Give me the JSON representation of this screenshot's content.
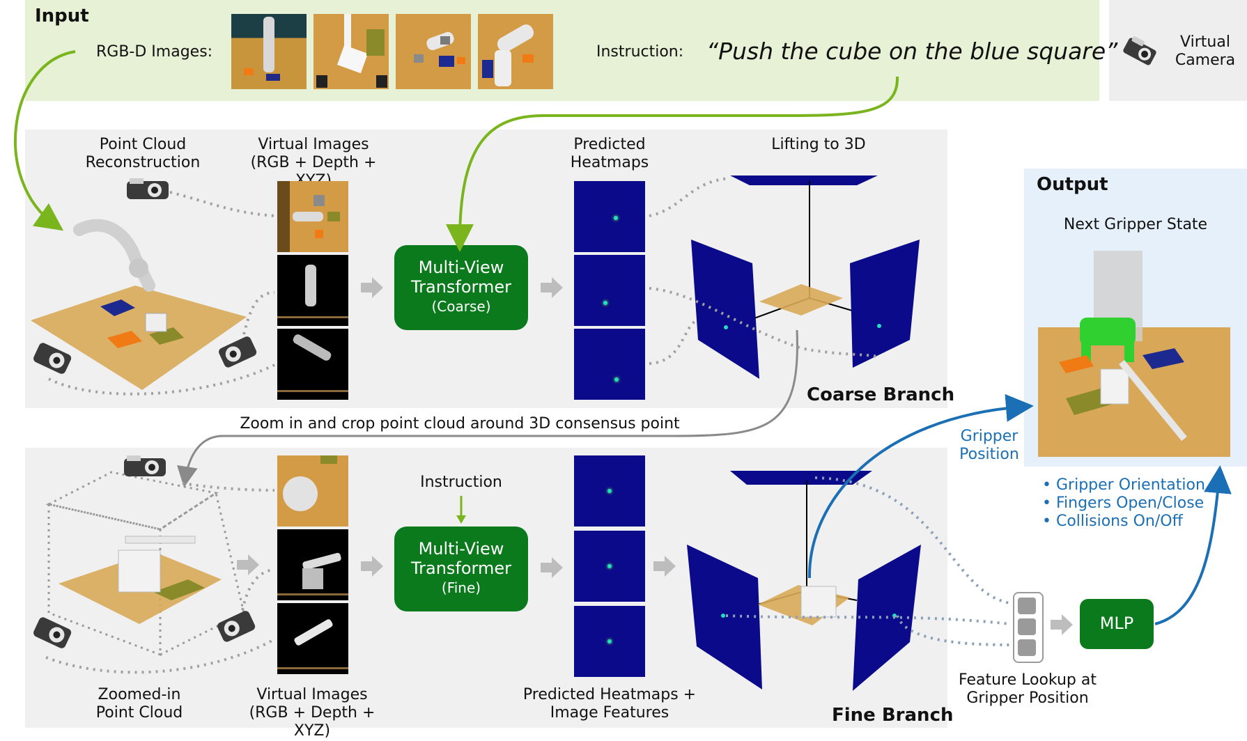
{
  "input": {
    "title": "Input",
    "rgbd_label": "RGB-D Images:",
    "instruction_label": "Instruction:",
    "instruction_text": "“Push the cube on the blue square”"
  },
  "virtual_camera": {
    "line1": "Virtual",
    "line2": "Camera"
  },
  "coarse": {
    "point_cloud_line1": "Point Cloud",
    "point_cloud_line2": "Reconstruction",
    "virtual_images_line1": "Virtual Images",
    "virtual_images_line2": "(RGB + Depth + XYZ)",
    "mvt_line1": "Multi-View",
    "mvt_line2": "Transformer",
    "mvt_line3": "(Coarse)",
    "heatmaps_line1": "Predicted",
    "heatmaps_line2": "Heatmaps",
    "lifting": "Lifting to 3D",
    "branch_title": "Coarse Branch"
  },
  "zoom_text": "Zoom in and crop point cloud around 3D consensus point",
  "fine": {
    "zoomed_line1": "Zoomed-in",
    "zoomed_line2": "Point Cloud",
    "virtual_images_line1": "Virtual Images",
    "virtual_images_line2": "(RGB + Depth + XYZ)",
    "instruction": "Instruction",
    "mvt_line1": "Multi-View",
    "mvt_line2": "Transformer",
    "mvt_line3": "(Fine)",
    "heatmaps_line1": "Predicted Heatmaps +",
    "heatmaps_line2": "Image Features",
    "branch_title": "Fine Branch",
    "feature_line1": "Feature Lookup at",
    "feature_line2": "Gripper Position",
    "mlp": "MLP"
  },
  "output": {
    "title": "Output",
    "next_state": "Next Gripper State",
    "gripper_pos_line1": "Gripper",
    "gripper_pos_line2": "Position",
    "bullets": [
      "Gripper Orientation",
      "Fingers Open/Close",
      "Collisions On/Off"
    ]
  },
  "colors": {
    "input_bg": "#e6f1d6",
    "panel_bg": "#f0f0f0",
    "output_bg": "#e5f0fa",
    "green": "#0b7a1c",
    "heatmap_blue": "#0a0a8a",
    "accent_blue": "#1a6fb5",
    "accent_green": "#7ab51e"
  }
}
